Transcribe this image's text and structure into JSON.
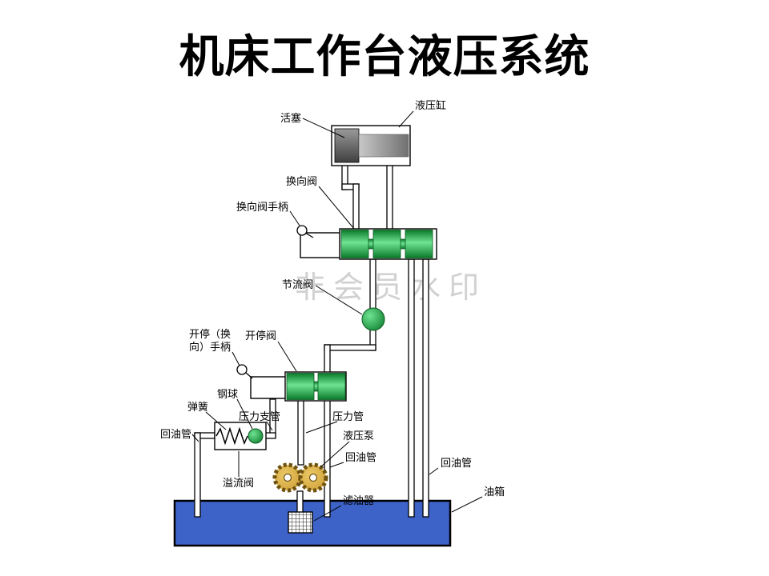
{
  "slide": {
    "title": "机床工作台液压系统",
    "watermark": "非会员水印"
  },
  "diagram": {
    "labels": {
      "piston": "活塞",
      "hydraulic_cylinder": "液压缸",
      "directional_valve": "换向阀",
      "directional_valve_handle": "换向阀手柄",
      "throttle_valve": "节流阀",
      "start_stop_valve": "开停阀",
      "start_stop_handle_line1": "开停（换",
      "start_stop_handle_line2": "向）手柄",
      "steel_ball": "钢球",
      "spring": "弹簧",
      "return_pipe_left": "回油管",
      "pressure_branch_pipe": "压力支管",
      "pressure_pipe": "压力管",
      "hydraulic_pump": "液压泵",
      "return_pipe_middle": "回油管",
      "return_pipe_right": "回油管",
      "relief_valve": "溢流阀",
      "oil_filter": "滤油器",
      "oil_tank": "油箱"
    },
    "colors": {
      "valve_green_dark": "#0a7a2a",
      "valve_green_light": "#6fe392",
      "tank_blue": "#3d63c9",
      "gear_gold": "#c8962c",
      "gear_gold_light": "#ecc968",
      "gear_gold_dark": "#6e5210",
      "piston_light": "#9a9a9a",
      "piston_dark": "#3f3f3f",
      "rod_light": "#c8c8c8",
      "rod_dark": "#707070",
      "watermark_gray": "#c9c9c9"
    }
  }
}
